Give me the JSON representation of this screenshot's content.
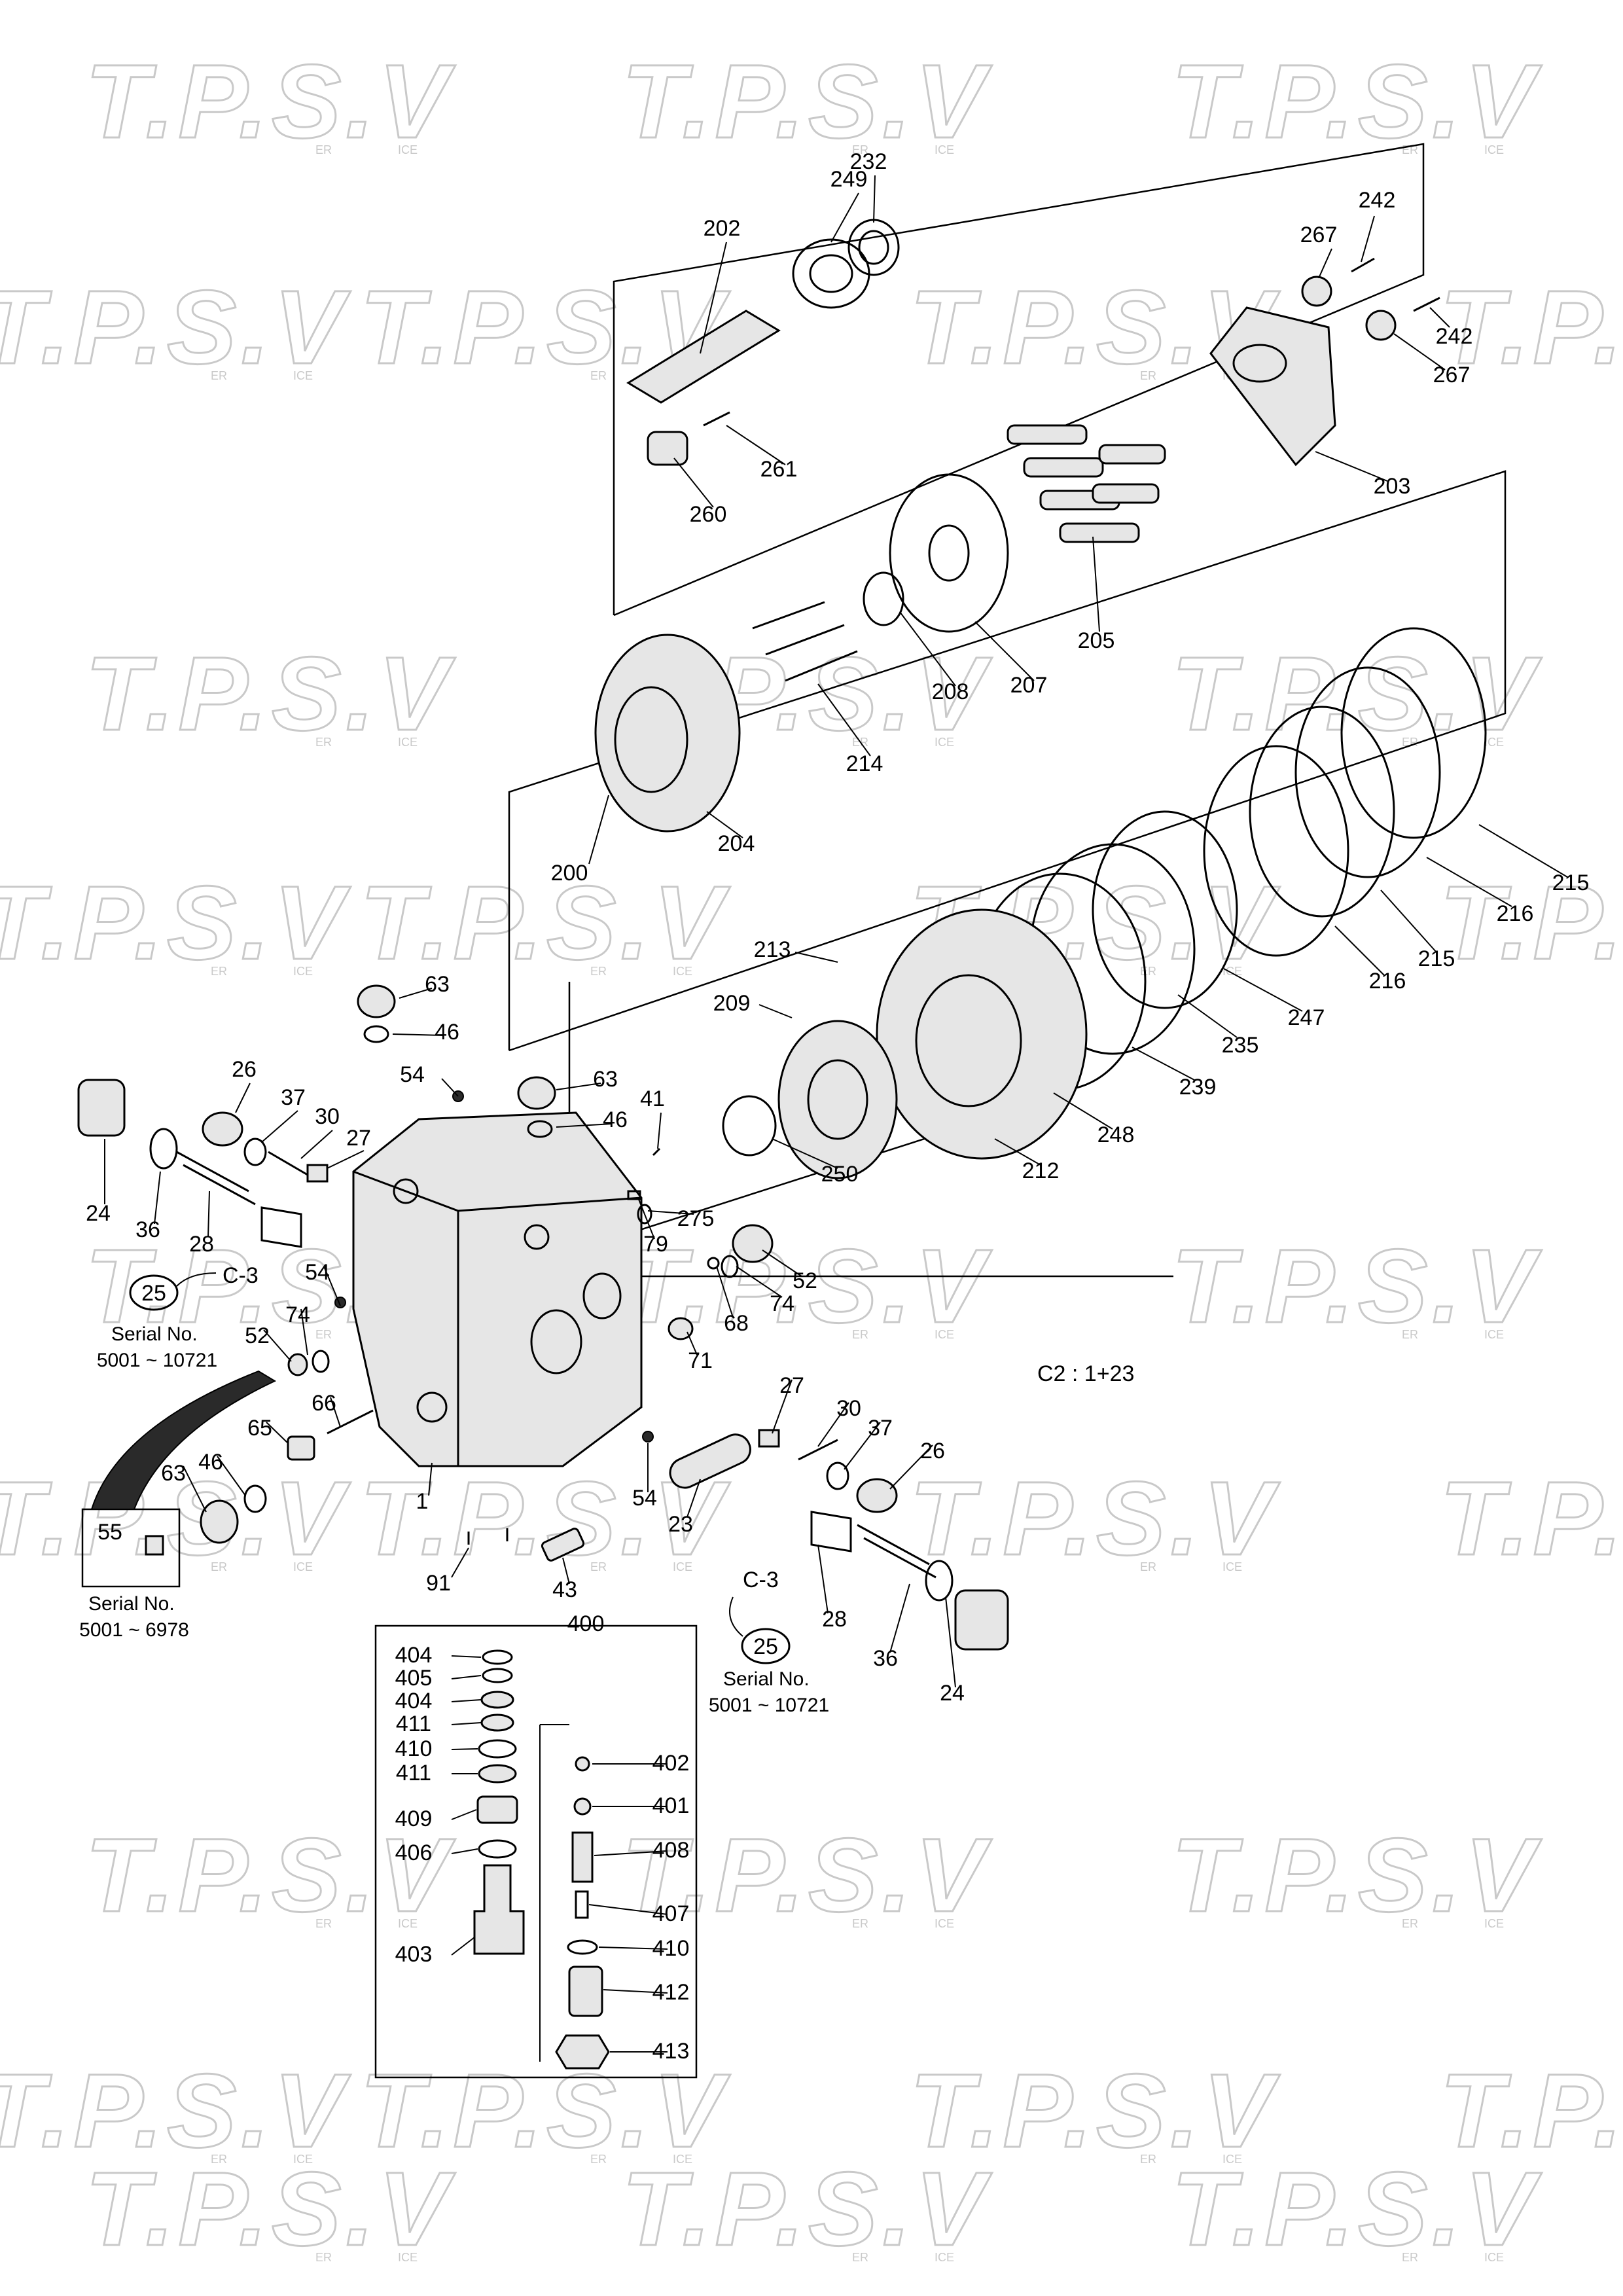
{
  "watermark": {
    "text": "T.P.S.V",
    "sub_left": "ER",
    "sub_right": "ICE"
  },
  "note": {
    "ratio": "C2 : 1+23"
  },
  "serial_notes": {
    "upper_left": "Serial No.\n5001 ~ 10721",
    "lower_left": "Serial No.\n5001 ~ 6978",
    "lower_right": "Serial No.\n5001 ~ 10721"
  },
  "refs": {
    "c3": "C-3",
    "ref25": "25",
    "box55": "55",
    "group400": "400"
  },
  "callouts": [
    "202",
    "249",
    "232",
    "267",
    "242",
    "242",
    "267",
    "203",
    "261",
    "260",
    "205",
    "207",
    "208",
    "214",
    "204",
    "200",
    "215",
    "216",
    "215",
    "216",
    "213",
    "209",
    "247",
    "235",
    "239",
    "248",
    "212",
    "250",
    "63",
    "46",
    "54",
    "63",
    "46",
    "41",
    "26",
    "37",
    "30",
    "27",
    "275",
    "79",
    "52",
    "74",
    "68",
    "71",
    "24",
    "36",
    "28",
    "54",
    "74",
    "52",
    "66",
    "65",
    "46",
    "63",
    "1",
    "27",
    "30",
    "37",
    "26",
    "54",
    "23",
    "91",
    "43",
    "28",
    "36",
    "24",
    "404",
    "405",
    "404",
    "411",
    "410",
    "411",
    "409",
    "406",
    "403",
    "402",
    "401",
    "408",
    "407",
    "410",
    "412",
    "413"
  ]
}
